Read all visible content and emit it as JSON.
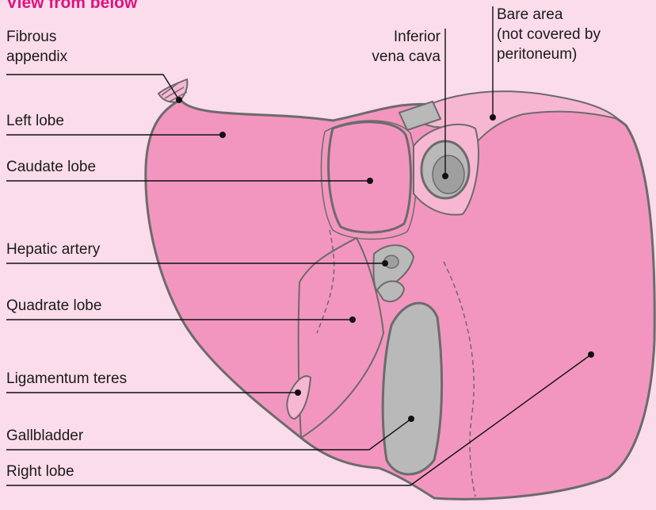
{
  "title": "View from below",
  "colors": {
    "background": "#fbdcea",
    "title": "#e0117f",
    "liver": "#f396bf",
    "liver_light": "#f7b7d2",
    "outline": "#6b6b6b",
    "vessel": "#b9b9b9",
    "leader": "#111111"
  },
  "labels": {
    "fibrous_appendix": [
      "Fibrous",
      "appendix"
    ],
    "left_lobe": "Left lobe",
    "caudate_lobe": "Caudate lobe",
    "hepatic_artery": "Hepatic artery",
    "quadrate_lobe": "Quadrate lobe",
    "ligamentum_teres": "Ligamentum teres",
    "gallbladder": "Gallbladder",
    "right_lobe": "Right lobe",
    "inferior_vena_cava": [
      "Inferior",
      "vena cava"
    ],
    "bare_area": [
      "Bare area",
      "(not covered by",
      "peritoneum)"
    ]
  }
}
